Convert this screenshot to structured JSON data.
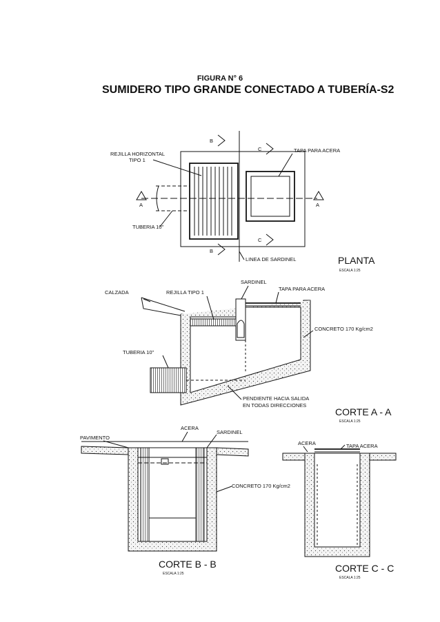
{
  "figure": {
    "label": "FIGURA N° 6",
    "title": "SUMIDERO TIPO GRANDE CONECTADO A TUBERÍA-S2"
  },
  "planta": {
    "title": "PLANTA",
    "scale": "ESCALA 1:25",
    "labels": {
      "rejilla_horizontal": "REJILLA HORIZONTAL",
      "tipo": "TIPO 1",
      "tapa_para_acera": "TAPA PARA ACERA",
      "tuberia": "TUBERIA 10\"",
      "linea_sardinel": "LINEA DE SARDINEL",
      "cut_a": "A",
      "cut_b": "B",
      "cut_c": "C"
    }
  },
  "corte_aa": {
    "title": "CORTE A - A",
    "scale": "ESCALA 1:25",
    "labels": {
      "calzada": "CALZADA",
      "rejilla_tipo": "REJILLA TIPO 1",
      "sardinel": "SARDINEL",
      "tapa_para_acera": "TAPA PARA ACERA",
      "concreto": "CONCRETO 170 Kg/cm2",
      "tuberia": "TUBERIA 10\"",
      "pendiente_1": "PENDIENTE HACIA SALIDA",
      "pendiente_2": "EN TODAS DIRECCIONES"
    }
  },
  "corte_bb": {
    "title": "CORTE B - B",
    "scale": "ESCALA 1:25",
    "labels": {
      "acera": "ACERA",
      "pavimento": "PAVIMENTO",
      "sardinel": "SARDINEL",
      "concreto": "CONCRETO 170 Kg/cm2"
    }
  },
  "corte_cc": {
    "title": "CORTE C - C",
    "scale": "ESCALA 1:25",
    "labels": {
      "acera": "ACERA",
      "tapa_acera": "TAPA ACERA"
    }
  }
}
